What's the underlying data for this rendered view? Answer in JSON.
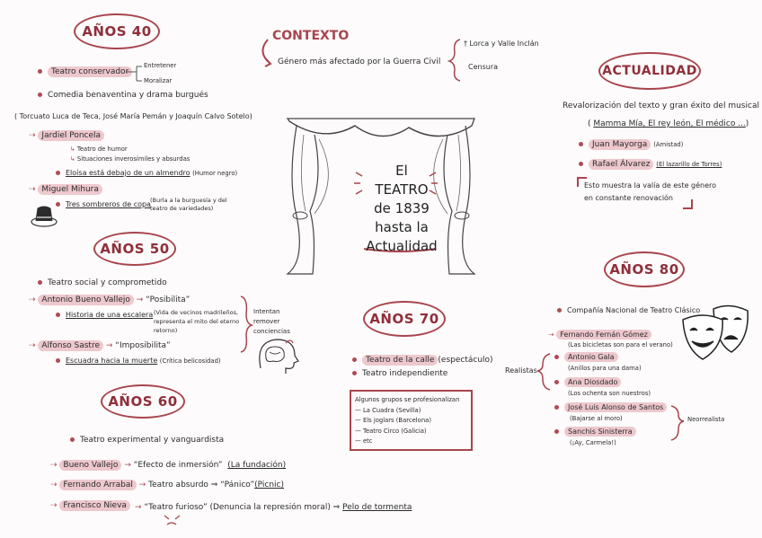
{
  "center": {
    "line1": "El",
    "line2": "TEATRO",
    "line3": "de 1839",
    "line4": "hasta la",
    "line5": "Actualidad"
  },
  "contexto": {
    "title": "CONTEXTO",
    "main": "Género más afectado por la Guerra Civil",
    "branch1": "† Lorca y Valle Inclán",
    "branch2": "Censura"
  },
  "anos40": {
    "title": "AÑOS 40",
    "item1": "Teatro conservador",
    "item1_a": "Entretener",
    "item1_b": "Moralizar",
    "item2": "Comedia benaventina y drama burgués",
    "authors": "( Torcuato Luca de Teca, José María Pemán y Joaquín Calvo Sotelo)",
    "jardiel": "Jardiel Poncela",
    "jardiel_a": "Teatro de humor",
    "jardiel_b": "Situaciones inverosímiles y absurdas",
    "eloisa": "Eloísa está debajo de un almendro",
    "eloisa_note": "(Humor negro)",
    "mihura": "Miguel Mihura",
    "tres": "Tres sombreros de copa",
    "tres_note1": "(Burla a la burguesía y del",
    "tres_note2": "teatro de variedades)"
  },
  "anos50": {
    "title": "AÑOS 50",
    "item1": "Teatro social y comprometido",
    "buero": "Antonio Bueno Vallejo",
    "buero_q": "“Posibilita”",
    "historia": "Historia de una escalera",
    "historia_note1": "(Vida de vecinos madrileños,",
    "historia_note2": "representa el mito del eterno",
    "historia_note3": "retorno)",
    "intentan1": "Intentan",
    "intentan2": "remover",
    "intentan3": "conciencias",
    "sastre": "Alfonso Sastre",
    "sastre_q": "“Imposibilita”",
    "escuadra": "Escuadra hacia la muerte",
    "escuadra_note": "(Crítica belicosidad)"
  },
  "anos60": {
    "title": "AÑOS 60",
    "item1": "Teatro experimental y vanguardista",
    "bueno": "Bueno Vallejo",
    "bueno_q": "“Efecto de inmersión”",
    "bueno_work": "(La fundación)",
    "arrabal": "Fernando Arrabal",
    "arrabal_q": "Teatro absurdo ⇒ “Pánico”",
    "arrabal_work": "(Picnic)",
    "nieva": "Francisco Nieva",
    "nieva_q": "“Teatro furioso” (Denuncia la represión moral) ⇒",
    "nieva_work": "Pelo de tormenta"
  },
  "anos70": {
    "title": "AÑOS 70",
    "item1": "Teatro de la calle",
    "item1_note": "(espectáculo)",
    "item2": "Teatro independiente",
    "box_title": "Algunos grupos se profesionalizan",
    "groups": [
      "— La Cuadra (Sevilla)",
      "— Els joglars (Barcelona)",
      "— Teatro Circo (Galicia)",
      "— etc"
    ]
  },
  "actualidad": {
    "title": "ACTUALIDAD",
    "line1": "Revalorización del texto y gran éxito del musical",
    "line2_pre": "(",
    "line2_works": "Mamma Mía, El rey león, El médico ...",
    "line2_post": ")",
    "mayorga": "Juan Mayorga",
    "mayorga_work": "(Amistad)",
    "alvarez": "Rafael Álvarez",
    "alvarez_work": "(El lazarillo de Torres)",
    "note1": "Esto muestra la valía de este género",
    "note2": "en constante renovación"
  },
  "anos80": {
    "title": "AÑOS 80",
    "item1": "Compañía Nacional de Teatro Clásico",
    "fernan": "Fernando Fernán Gómez",
    "fernan_work": "(Las bicicletas son para el verano)",
    "realistas": "Realistas",
    "gala": "Antonio Gala",
    "gala_work": "(Anillos para una dama)",
    "diosdado": "Ana Diosdado",
    "diosdado_work": "(Los ochenta son nuestros)",
    "alonso": "José Luis Alonso de Santos",
    "alonso_work": "(Bajarse al moro)",
    "sinisterra": "Sanchis Sinisterra",
    "sinisterra_work": "(¡Ay, Carmela!)",
    "neorrealista": "Neorrealista"
  },
  "colors": {
    "accent": "#a8454e",
    "highlight": "#edc8cd"
  }
}
